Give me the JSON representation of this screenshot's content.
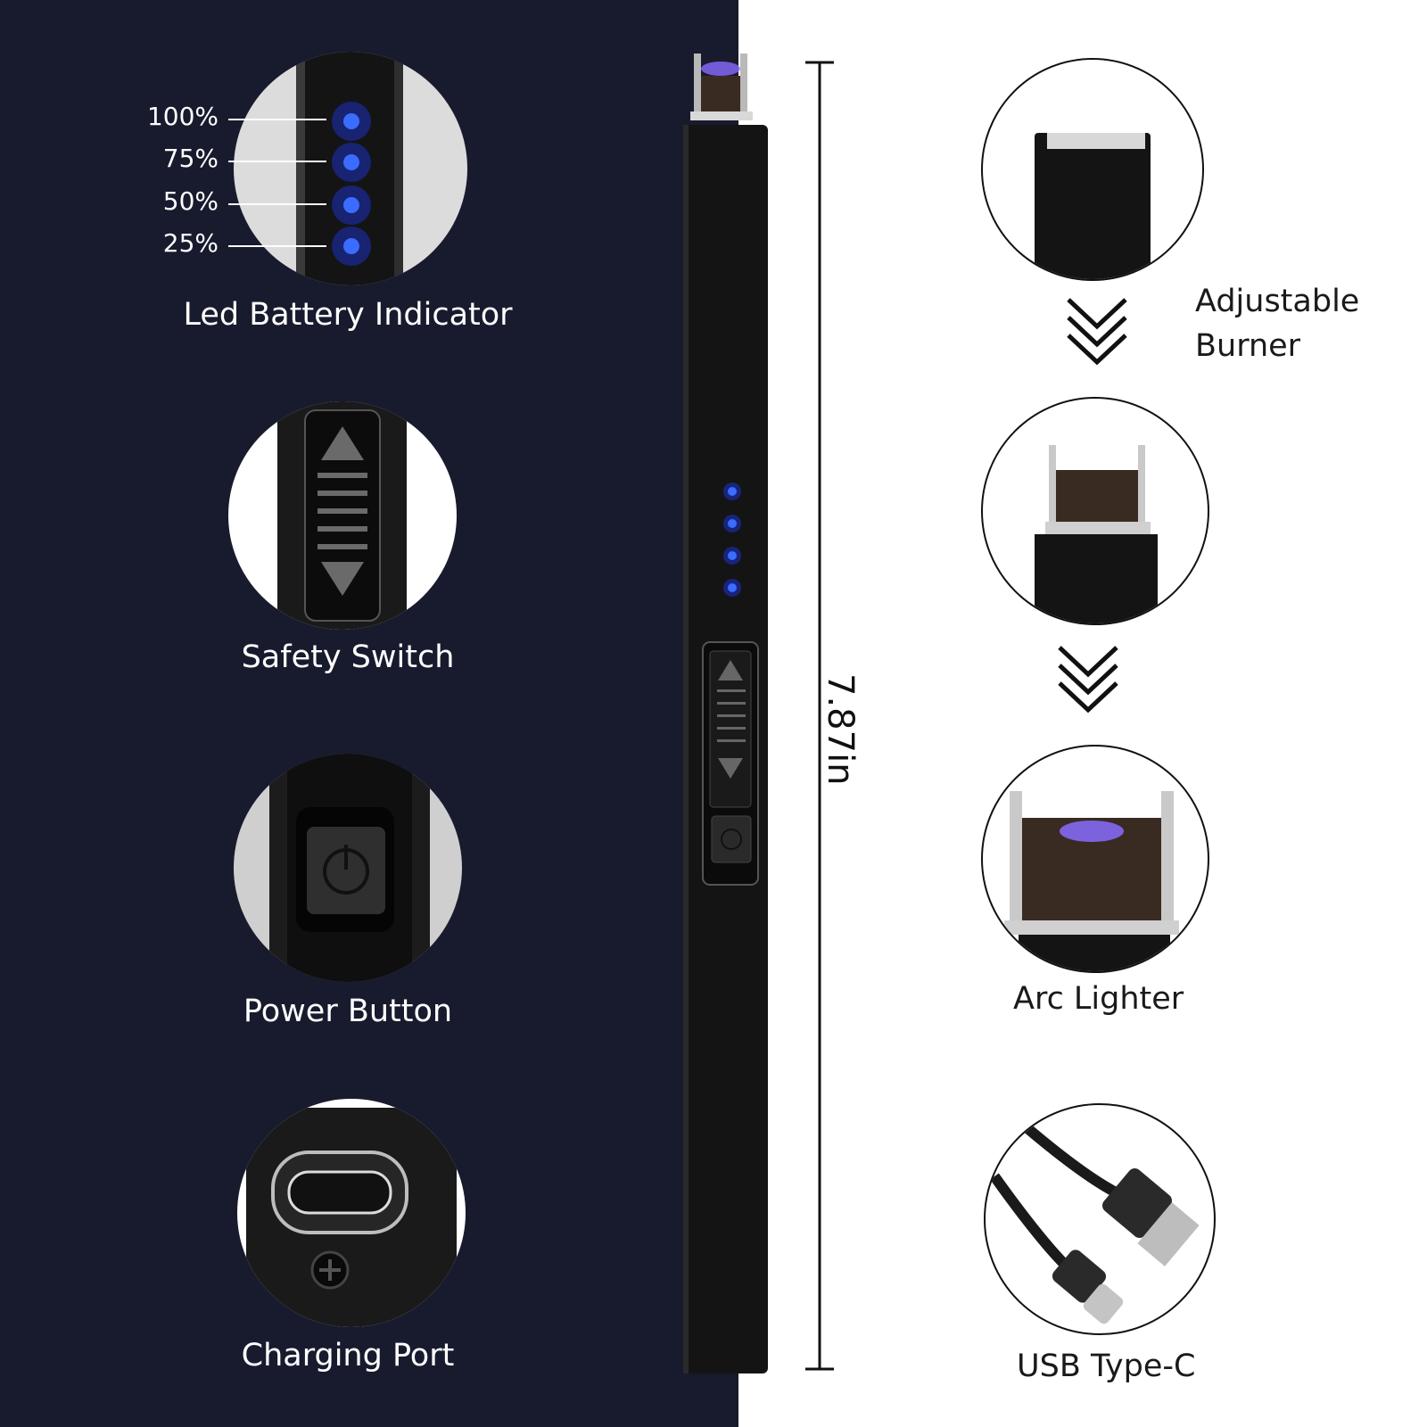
{
  "features_left": {
    "battery": {
      "label": "Led Battery Indicator",
      "levels": [
        "100%",
        "75%",
        "50%",
        "25%"
      ]
    },
    "safety": {
      "label": "Safety Switch"
    },
    "power": {
      "label": "Power Button"
    },
    "charging": {
      "label": "Charging Port"
    }
  },
  "features_right": {
    "burner": {
      "label_line1": "Adjustable",
      "label_line2": "Burner"
    },
    "arc": {
      "label": "Arc Lighter"
    },
    "usb": {
      "label": "USB Type-C"
    }
  },
  "dimension": {
    "length": "7.87in"
  },
  "colors": {
    "left_background": "#181b2e",
    "right_background": "#ffffff",
    "led_blue": "#1e3cff",
    "arc_purple": "#8a6cff",
    "body_black": "#141414"
  }
}
